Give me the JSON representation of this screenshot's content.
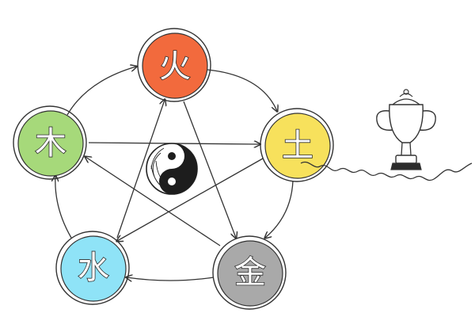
{
  "nodes": [
    {
      "id": "fire",
      "glyph": "火",
      "color": "#f26a3d"
    },
    {
      "id": "earth",
      "glyph": "土",
      "color": "#f7e15c"
    },
    {
      "id": "metal",
      "glyph": "金",
      "color": "#a9a9a9"
    },
    {
      "id": "water",
      "glyph": "水",
      "color": "#8fe3f7"
    },
    {
      "id": "wood",
      "glyph": "木",
      "color": "#a6d97a"
    }
  ],
  "generating_cycle": [
    "fire",
    "earth",
    "metal",
    "water",
    "wood"
  ],
  "controlling_cycle": [
    "fire",
    "metal",
    "wood",
    "earth",
    "water"
  ],
  "center_icon": "yin-yang-icon",
  "side_icon": "trophy-icon"
}
